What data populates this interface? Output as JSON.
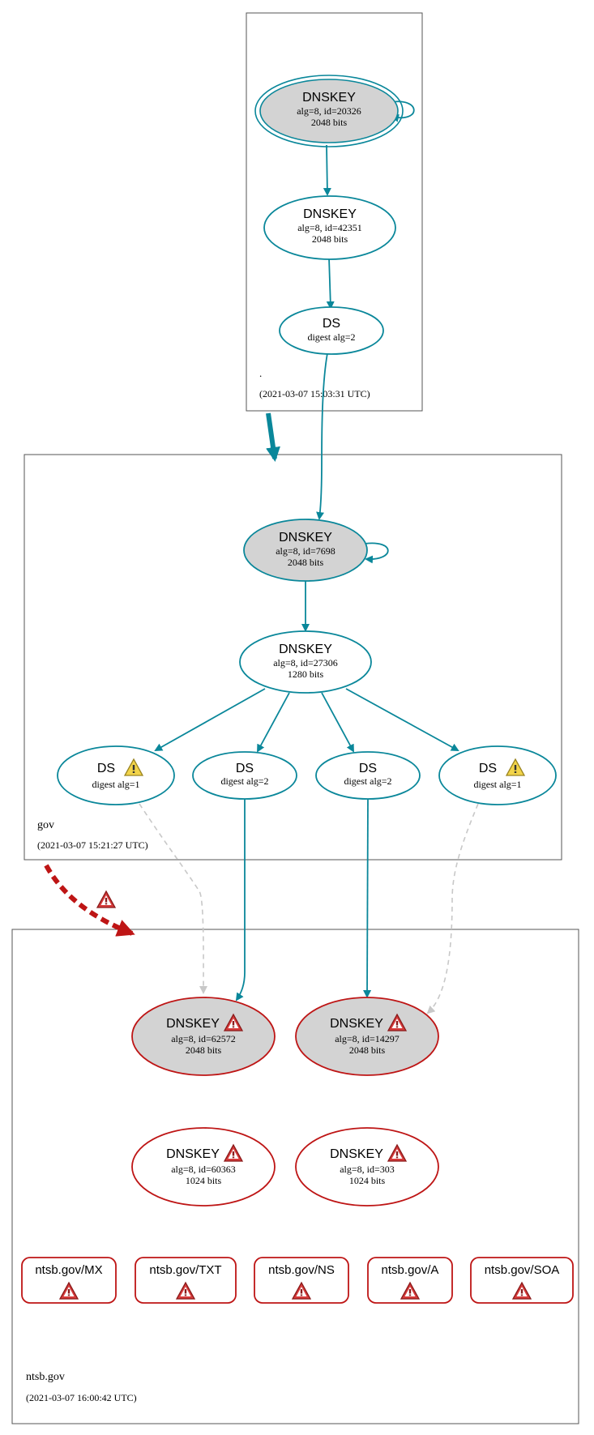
{
  "colors": {
    "teal": "#0a879a",
    "red": "#be1515",
    "gray_fill": "#d3d3d3",
    "gray_edge": "#c8c8c8",
    "warn_yellow": "#f2d44a",
    "warn_red": "#d63a3a"
  },
  "zones": {
    "root": {
      "name": ".",
      "timestamp": "(2021-03-07 15:03:31 UTC)"
    },
    "gov": {
      "name": "gov",
      "timestamp": "(2021-03-07 15:21:27 UTC)"
    },
    "ntsb": {
      "name": "ntsb.gov",
      "timestamp": "(2021-03-07 16:00:42 UTC)"
    }
  },
  "nodes": {
    "root_ksk": {
      "title": "DNSKEY",
      "line1": "alg=8, id=20326",
      "line2": "2048 bits"
    },
    "root_zsk": {
      "title": "DNSKEY",
      "line1": "alg=8, id=42351",
      "line2": "2048 bits"
    },
    "root_ds": {
      "title": "DS",
      "line1": "digest alg=2"
    },
    "gov_ksk": {
      "title": "DNSKEY",
      "line1": "alg=8, id=7698",
      "line2": "2048 bits"
    },
    "gov_zsk": {
      "title": "DNSKEY",
      "line1": "alg=8, id=27306",
      "line2": "1280 bits"
    },
    "gov_ds1": {
      "title": "DS",
      "line1": "digest alg=1"
    },
    "gov_ds2": {
      "title": "DS",
      "line1": "digest alg=2"
    },
    "gov_ds3": {
      "title": "DS",
      "line1": "digest alg=2"
    },
    "gov_ds4": {
      "title": "DS",
      "line1": "digest alg=1"
    },
    "ntsb_k1": {
      "title": "DNSKEY",
      "line1": "alg=8, id=62572",
      "line2": "2048 bits"
    },
    "ntsb_k2": {
      "title": "DNSKEY",
      "line1": "alg=8, id=14297",
      "line2": "2048 bits"
    },
    "ntsb_k3": {
      "title": "DNSKEY",
      "line1": "alg=8, id=60363",
      "line2": "1024 bits"
    },
    "ntsb_k4": {
      "title": "DNSKEY",
      "line1": "alg=8, id=303",
      "line2": "1024 bits"
    }
  },
  "rrsets": [
    {
      "label": "ntsb.gov/MX"
    },
    {
      "label": "ntsb.gov/TXT"
    },
    {
      "label": "ntsb.gov/NS"
    },
    {
      "label": "ntsb.gov/A"
    },
    {
      "label": "ntsb.gov/SOA"
    }
  ]
}
